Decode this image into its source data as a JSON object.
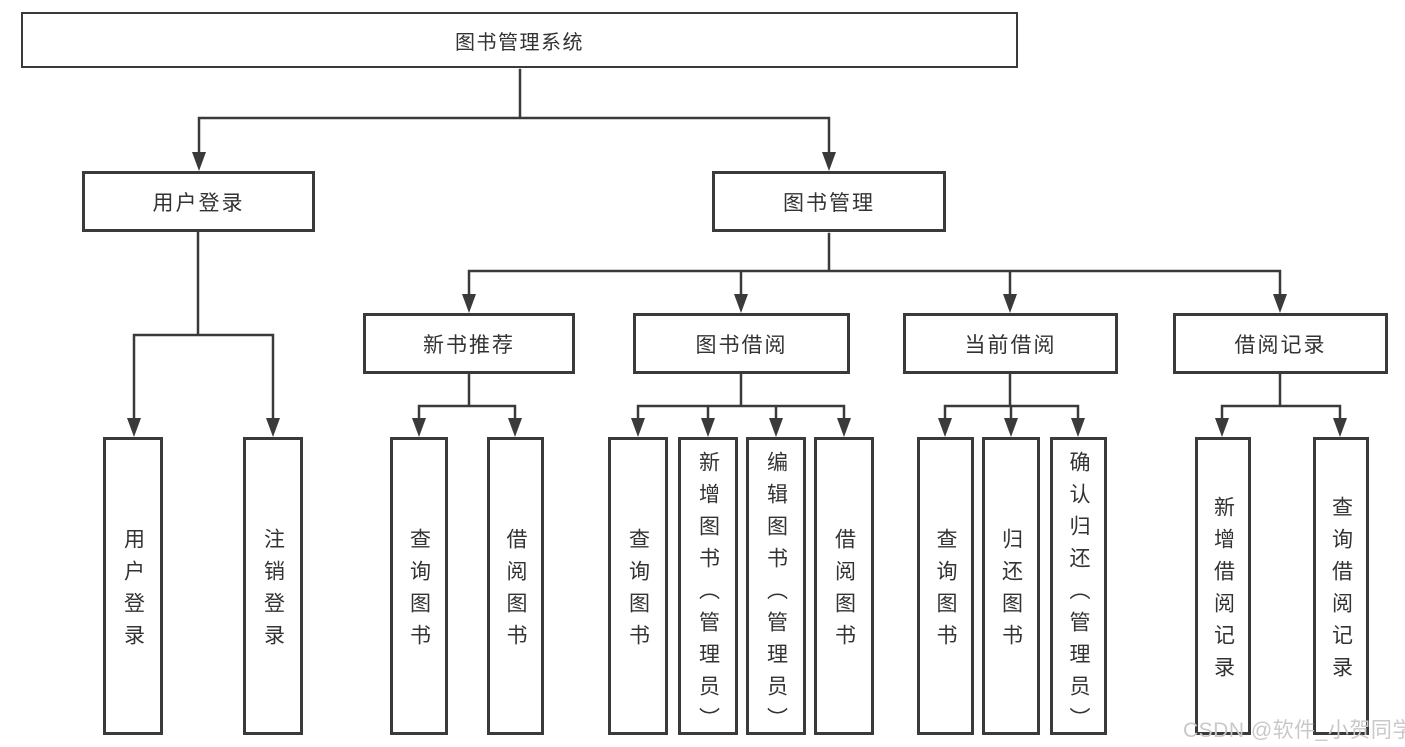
{
  "tree": {
    "root": {
      "label": "图书管理系统",
      "children": [
        {
          "label": "用户登录",
          "children": [
            {
              "label": "用户登录"
            },
            {
              "label": "注销登录"
            }
          ]
        },
        {
          "label": "图书管理",
          "children": [
            {
              "label": "新书推荐",
              "children": [
                {
                  "label": "查询图书"
                },
                {
                  "label": "借阅图书"
                }
              ]
            },
            {
              "label": "图书借阅",
              "children": [
                {
                  "label": "查询图书"
                },
                {
                  "label": "新增图书（管理员）"
                },
                {
                  "label": "编辑图书（管理员）"
                },
                {
                  "label": "借阅图书"
                }
              ]
            },
            {
              "label": "当前借阅",
              "children": [
                {
                  "label": "查询图书"
                },
                {
                  "label": "归还图书"
                },
                {
                  "label": "确认归还（管理员）"
                }
              ]
            },
            {
              "label": "借阅记录",
              "children": [
                {
                  "label": "新增借阅记录"
                },
                {
                  "label": "查询借阅记录"
                }
              ]
            }
          ]
        }
      ]
    }
  },
  "watermark": {
    "text": "CSDN @软件_小贺同学",
    "color": "#c9c9c9"
  },
  "colors": {
    "line": "#3a3a3a",
    "box_border": "#3a3a3a",
    "box_bg": "#ffffff",
    "text": "#333333",
    "background": "#ffffff"
  }
}
